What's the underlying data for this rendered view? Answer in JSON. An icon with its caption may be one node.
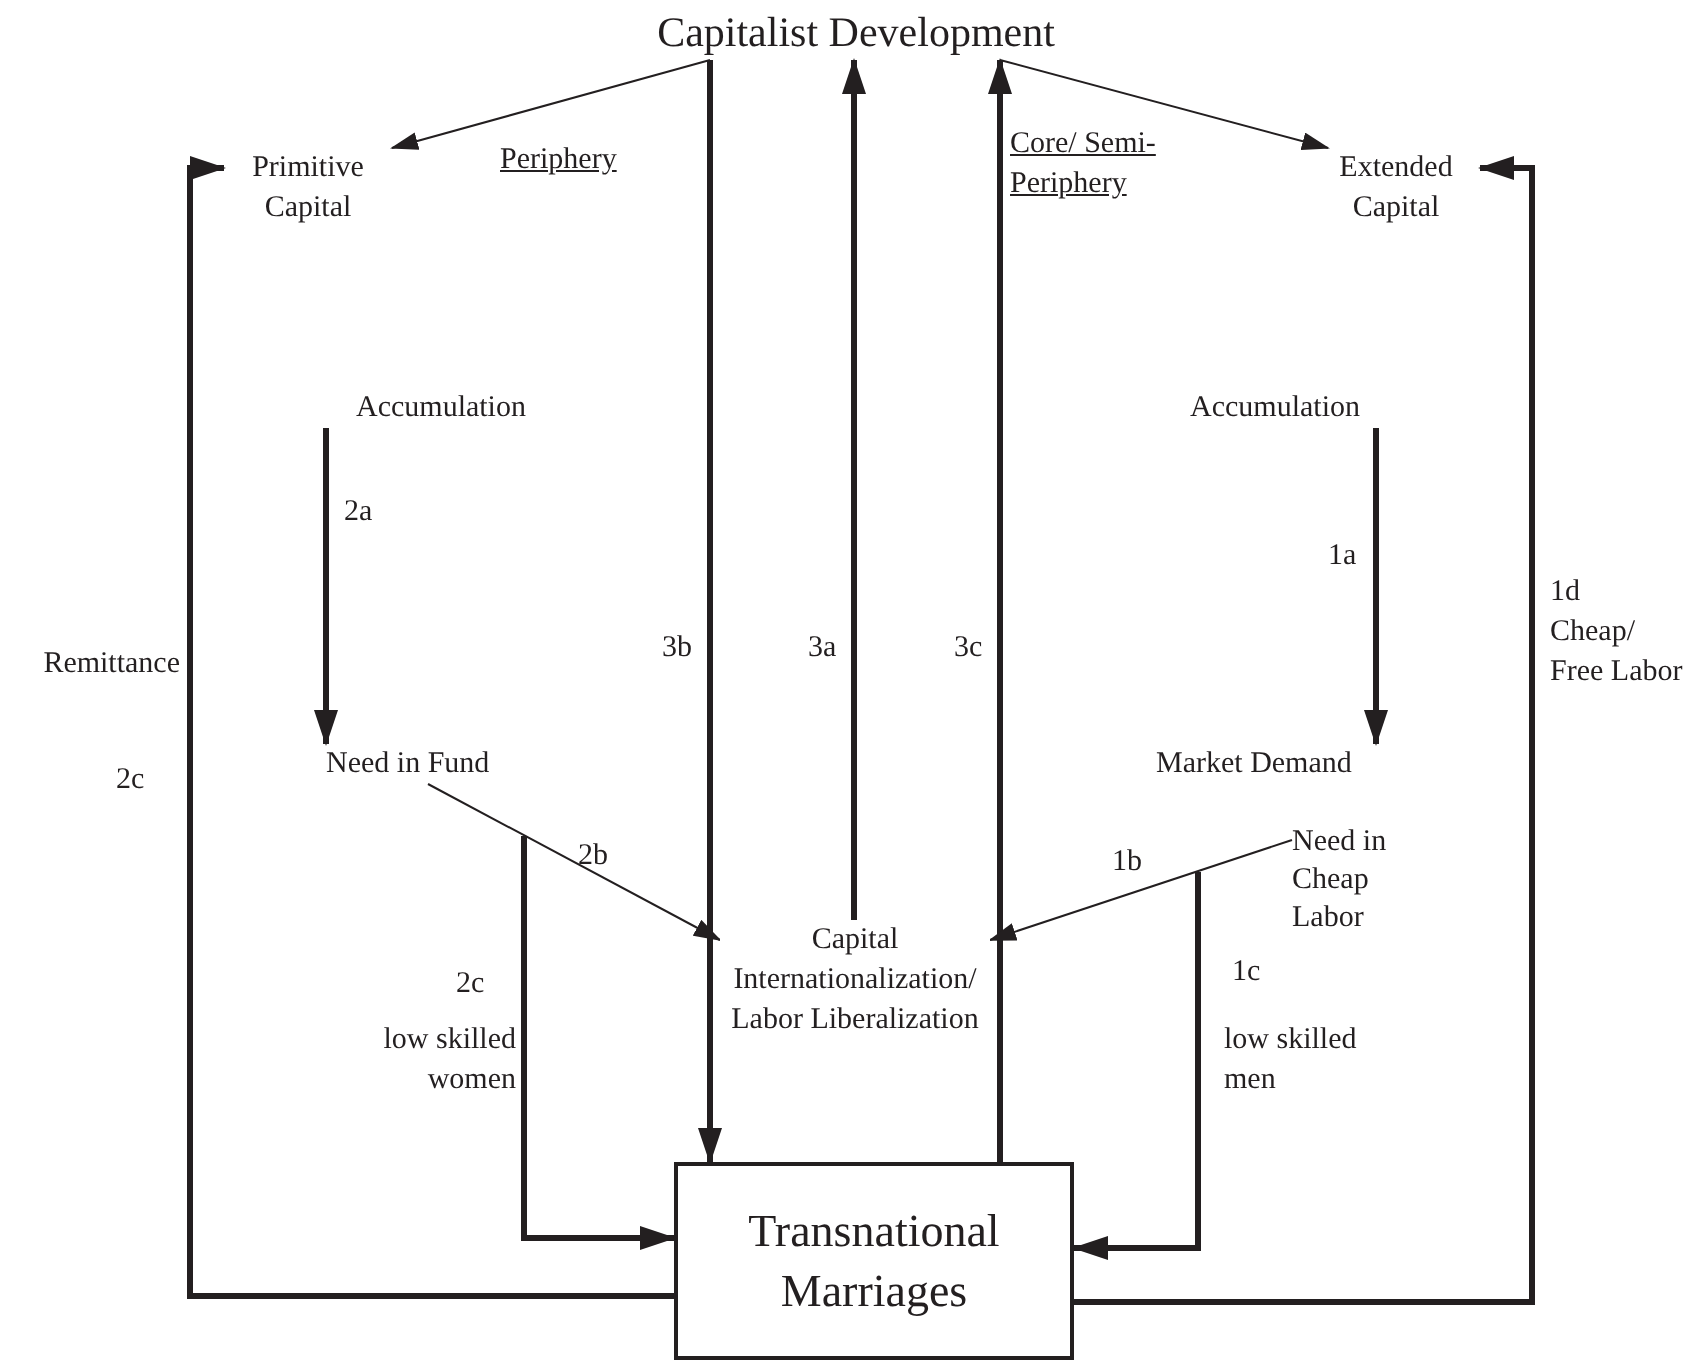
{
  "diagram": {
    "nodes": [
      {
        "text": [
          "Capitalist Development"
        ]
      },
      {
        "text": [
          "Primitive Capital"
        ]
      },
      {
        "text": [
          "Extended Capital"
        ]
      },
      {
        "text": [
          "Accumulation"
        ]
      },
      {
        "text": [
          "Need in Fund"
        ]
      },
      {
        "text": [
          "Accumulation"
        ]
      },
      {
        "text": [
          "Market Demand"
        ]
      },
      {
        "text": [
          "Need in Cheap Labor"
        ]
      },
      {
        "text": [
          "Capital Internationalization/ Labor Liberalization"
        ]
      },
      {
        "text": [
          "Transnational Marriages"
        ]
      }
    ],
    "edges": [
      {
        "from": 0,
        "to": 1,
        "arrow": "to",
        "label": "Periphery"
      },
      {
        "from": 0,
        "to": 2,
        "arrow": "to",
        "label": "Core/ Semi-Periphery"
      },
      {
        "from": 0,
        "to": 9,
        "arrow": "to",
        "label": "3b"
      },
      {
        "from": 8,
        "to": 0,
        "arrow": "to",
        "label": "3a"
      },
      {
        "from": 9,
        "to": 0,
        "arrow": "to",
        "label": "3c"
      },
      {
        "from": 9,
        "to": 1,
        "arrow": "to",
        "label": "Remittance"
      },
      {
        "from": 9,
        "to": 2,
        "arrow": "to",
        "label": "Cheap/ Free Labor"
      },
      {
        "from": 3,
        "to": 4,
        "arrow": "to",
        "label": "2a"
      },
      {
        "from": 5,
        "to": 6,
        "arrow": "to",
        "label": "1a"
      },
      {
        "from": 4,
        "to": 8,
        "arrow": "to",
        "label": "2b"
      },
      {
        "from": 7,
        "to": 8,
        "arrow": "to",
        "label": "1b"
      },
      {
        "from": 4,
        "to": 9,
        "arrow": "to",
        "label": "low skilled women"
      },
      {
        "from": 7,
        "to": 9,
        "arrow": "to",
        "label": "low skilled men"
      }
    ],
    "labels": [
      "2c",
      "1d",
      "2c",
      "1c"
    ]
  }
}
